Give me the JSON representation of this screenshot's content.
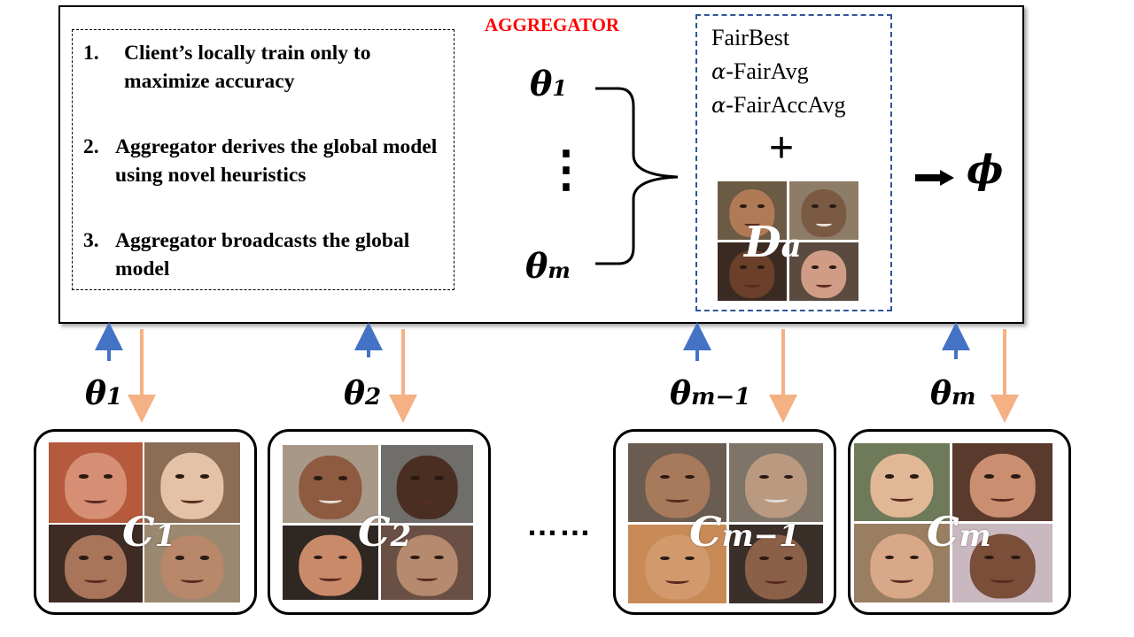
{
  "aggregator": {
    "title": "AGGREGATOR",
    "steps": [
      {
        "number": "1.",
        "text": "Client’s locally train only to maximize accuracy"
      },
      {
        "number": "2.",
        "text": "Aggregator derives the global model using novel heuristics"
      },
      {
        "number": "3.",
        "text": "Aggregator broadcasts the global model"
      }
    ],
    "theta_top": {
      "symbol": "θ",
      "subscript": "1"
    },
    "vertical_dots": "⋮",
    "theta_bottom": {
      "symbol": "θ",
      "subscript": "m"
    },
    "methods": [
      {
        "prefix": "",
        "name": "FairBest"
      },
      {
        "prefix": "α",
        "name": "-FairAvg"
      },
      {
        "prefix": "α",
        "name": "-FairAccAvg"
      }
    ],
    "plus": "+",
    "dataset_label": {
      "symbol": "D",
      "subscript": "a"
    },
    "output": {
      "arrow": "➡",
      "symbol": "ϕ"
    }
  },
  "clients": [
    {
      "theta": "θ",
      "theta_sub": "1",
      "label": "C",
      "label_sub": "1"
    },
    {
      "theta": "θ",
      "theta_sub": "2",
      "label": "C",
      "label_sub": "2"
    },
    {
      "theta": "θ",
      "theta_sub": "m−1",
      "label": "C",
      "label_sub": "m−1"
    },
    {
      "theta": "θ",
      "theta_sub": "m",
      "label": "C",
      "label_sub": "m"
    }
  ],
  "ellipsis": "……",
  "colors": {
    "title_red": "#ff0000",
    "up_arrow_blue": "#4472c4",
    "down_arrow_orange": "#f4b183",
    "methods_border": "#2f5597"
  }
}
